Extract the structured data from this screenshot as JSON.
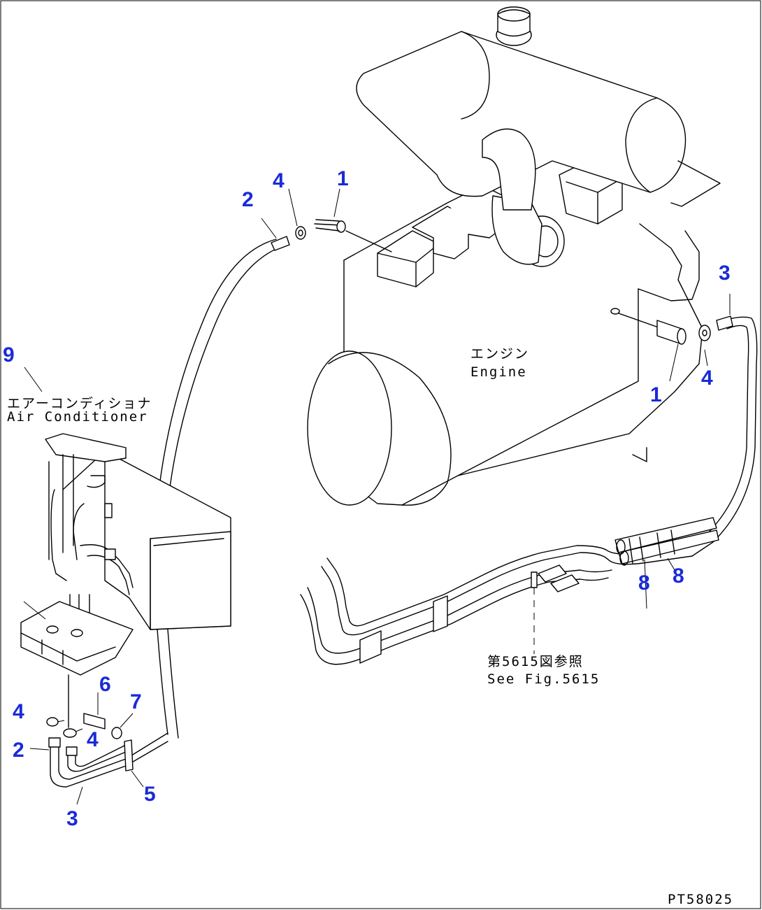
{
  "labels": {
    "engine_jp": "エンジン",
    "engine_en": "Engine",
    "aircon_jp": "エアーコンディショナ",
    "aircon_en": "Air Conditioner",
    "ref_jp": "第5615図参照",
    "ref_en": "See Fig.5615",
    "drawing_code": "PT58025"
  },
  "callouts": {
    "c1_top": "1",
    "c2_top": "2",
    "c4_top": "4",
    "c3_right": "3",
    "c4_right": "4",
    "c1_right": "1",
    "c8_a": "8",
    "c8_b": "8",
    "c9": "9",
    "c6": "6",
    "c7": "7",
    "c4_left": "4",
    "c4_mid": "4",
    "c2_left": "2",
    "c5": "5",
    "c3_bottom": "3"
  },
  "colors": {
    "callout": "#1a2bd8",
    "line": "#000000",
    "background": "#ffffff"
  }
}
